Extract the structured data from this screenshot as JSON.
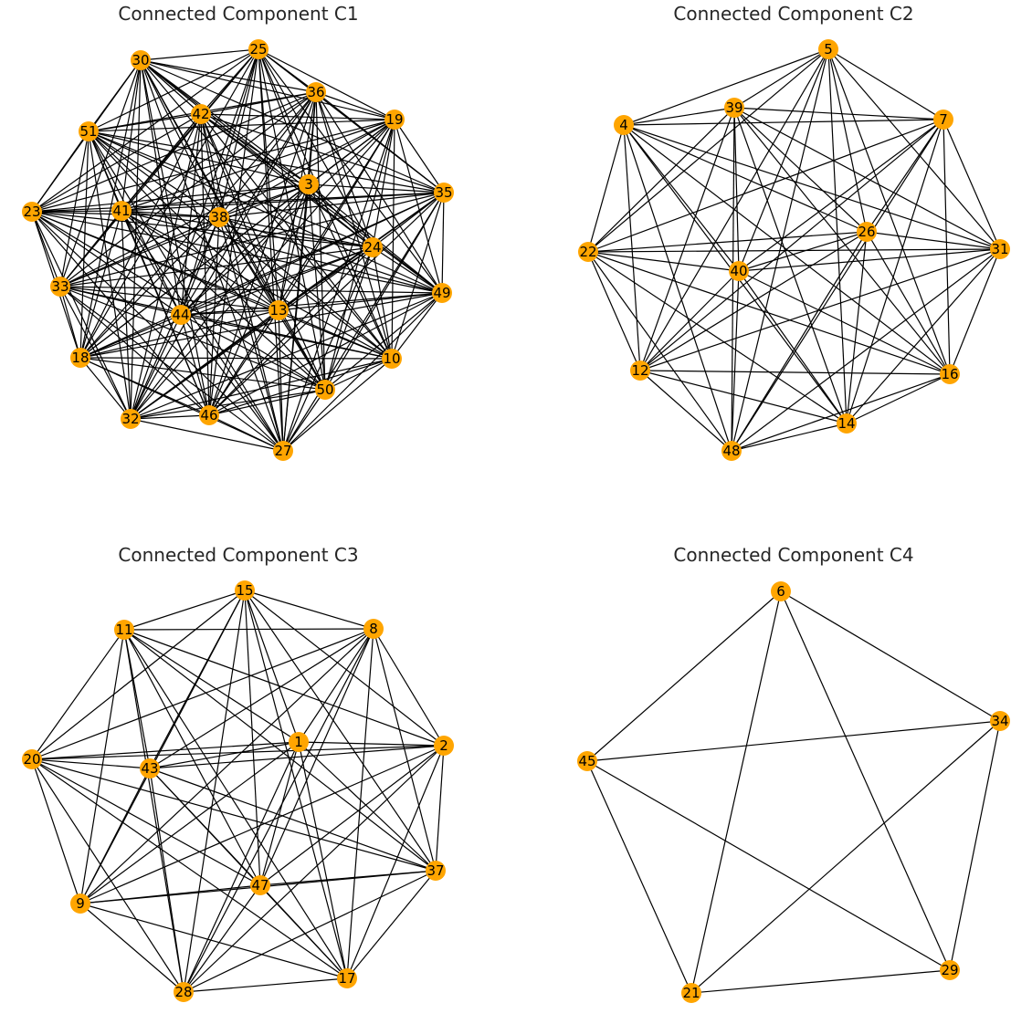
{
  "figure": {
    "node_color": "#ffa500",
    "edge_color": "#000000",
    "label_color": "#000000",
    "background": "#ffffff"
  },
  "panels": [
    {
      "title": "Connected Component C1",
      "node_order": [
        "30",
        "25",
        "36",
        "19",
        "35",
        "49",
        "10",
        "50",
        "27",
        "46",
        "32",
        "18",
        "33",
        "23",
        "51",
        "42",
        "41",
        "38",
        "3",
        "24",
        "13",
        "44"
      ],
      "complete_graph": true,
      "edge_count": 231
    },
    {
      "title": "Connected Component C2",
      "node_order": [
        "5",
        "7",
        "31",
        "16",
        "14",
        "48",
        "12",
        "22",
        "4",
        "39",
        "26",
        "40"
      ],
      "complete_graph": true,
      "edge_count": 66
    },
    {
      "title": "Connected Component C3",
      "node_order": [
        "15",
        "8",
        "2",
        "37",
        "17",
        "28",
        "9",
        "20",
        "11",
        "1",
        "43",
        "47"
      ],
      "complete_graph": true,
      "edge_count": 66
    },
    {
      "title": "Connected Component C4",
      "node_order": [
        "6",
        "34",
        "29",
        "21",
        "45"
      ],
      "complete_graph": true,
      "edge_count": 10
    }
  ]
}
